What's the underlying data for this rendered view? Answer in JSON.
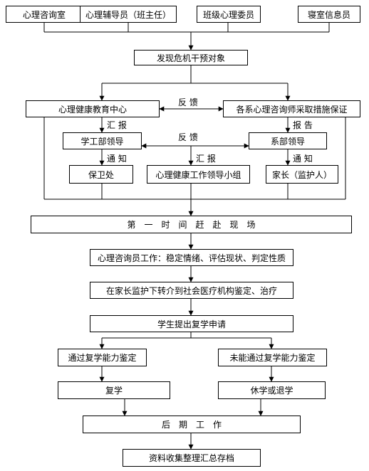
{
  "boxes": {
    "counseling_room": "心理咨询室",
    "psych_tutor": "心理辅导员（班主任）",
    "class_psych_member": "班级心理委员",
    "dorm_info_member": "寝室信息员",
    "find_target": "发现危机干预对象",
    "mh_center": "心理健康教育中心",
    "dept_counselors": "各系心理咨询师采取措施保证",
    "student_affairs": "学工部领导",
    "dept_leader": "系部领导",
    "security": "保卫处",
    "mh_leading_group": "心理健康工作领导小组",
    "parents": "家长（监护人）",
    "first_time": "第　一　时　间　赶　赴　现　场",
    "counselor_work": "心理咨询员工作：稳定情绪、评估现状、判定性质",
    "referral": "在家长监护下转介到社会医疗机构鉴定、治疗",
    "apply_return": "学生提出复学申请",
    "pass_eval": "通过复学能力鉴定",
    "fail_eval": "未能通过复学能力鉴定",
    "resume": "复学",
    "suspend": "休学或退学",
    "followup": "后　期　工　作",
    "archive": "资料收集整理汇总存档"
  },
  "labels": {
    "feedback_top": "反 馈",
    "report_left": "汇 报",
    "report_right": "报 告",
    "feedback_mid": "反 馈",
    "notify_left": "通 知",
    "report_mid": "汇 报",
    "notify_right": "通 知"
  }
}
